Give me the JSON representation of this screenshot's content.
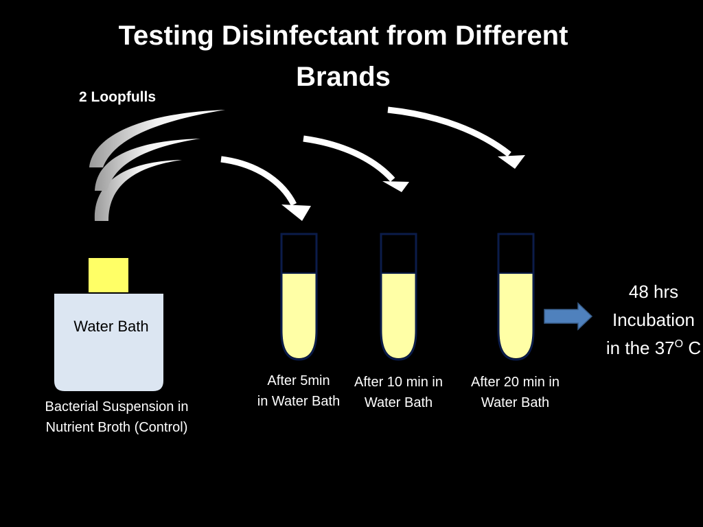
{
  "slide": {
    "title_line1": "Testing Disinfectant from Different",
    "title_line2": "Brands",
    "loopfulls_label": "2 Loopfulls",
    "water_bath_label": "Water Bath",
    "control_caption_line1": "Bacterial Suspension in",
    "control_caption_line2": "Nutrient Broth (Control)",
    "tubes": [
      {
        "caption_line1": "After 5min",
        "caption_line2": "in Water Bath"
      },
      {
        "caption_line1": "After 10 min in",
        "caption_line2": "Water Bath"
      },
      {
        "caption_line1": "After 20 min in",
        "caption_line2": "Water Bath"
      }
    ],
    "incubation": {
      "line1": "48 hrs",
      "line2": "Incubation",
      "line3_prefix": "in the 37",
      "line3_superscript": "O",
      "line3_suffix": " C"
    }
  },
  "colors": {
    "background": "#000000",
    "bottle_body": "#dce6f2",
    "bottle_cap": "#ffff66",
    "tube_liquid": "#ffffa6",
    "tube_outline": "#0b1c4a",
    "curved_arrow": "#d9d9d9",
    "side_arrow": "#4f81bd"
  },
  "icons": {
    "curved_arrows": "curved-arrow-icon",
    "side_arrow": "right-arrow-icon"
  }
}
